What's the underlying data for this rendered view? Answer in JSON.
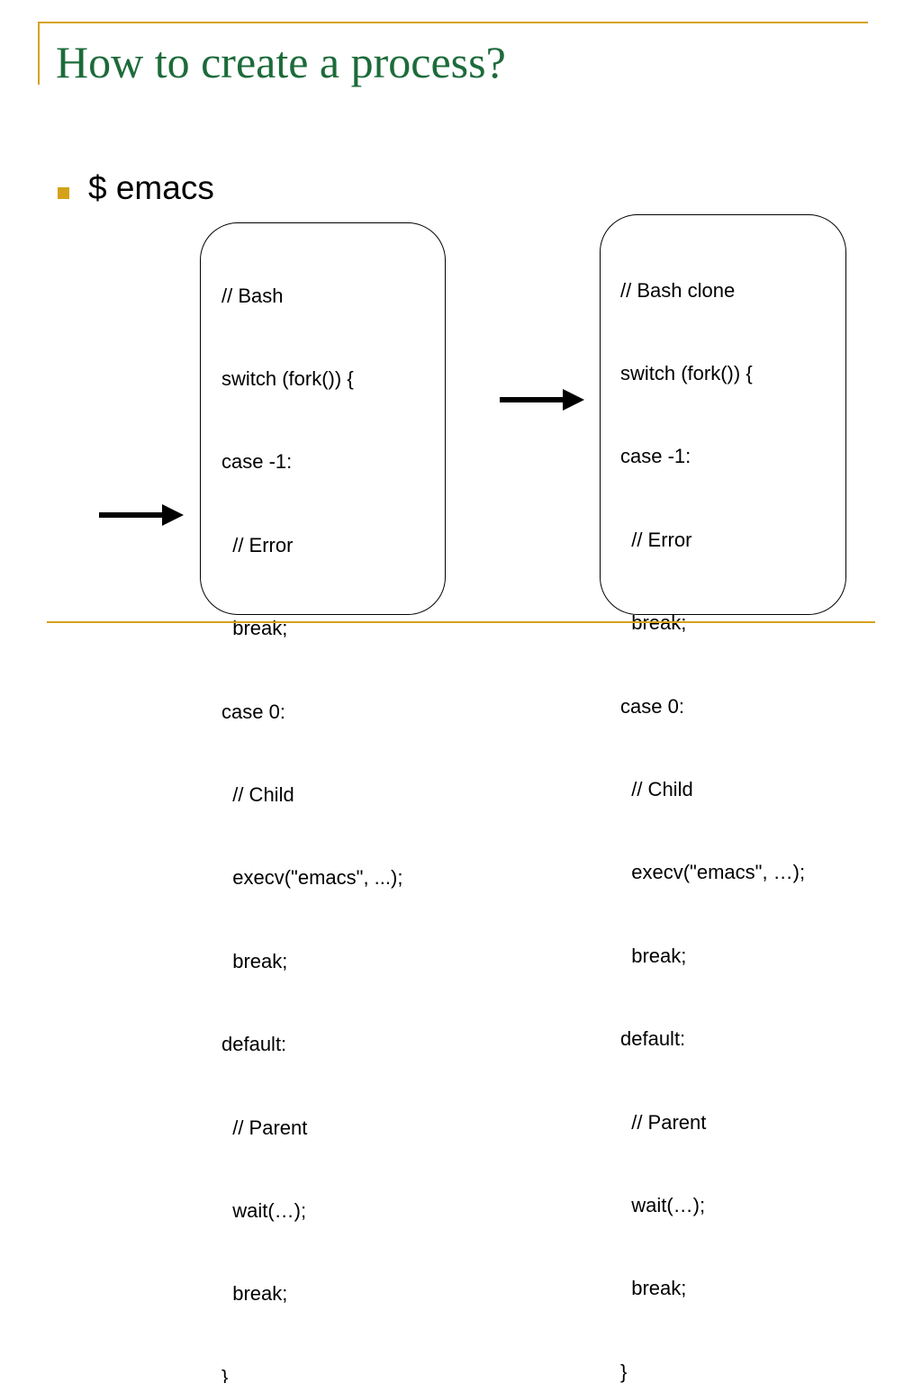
{
  "slide": {
    "title": "How to create a process?",
    "bullet": "$ emacs"
  },
  "left_box": {
    "lines": [
      "// Bash",
      "switch (fork()) {",
      "case -1:",
      "  // Error",
      "  break;",
      "case 0:",
      "  // Child",
      "  execv(\"emacs\", ...);",
      "  break;",
      "default:",
      "  // Parent",
      "  wait(…);",
      "  break;",
      "}"
    ]
  },
  "right_box": {
    "lines": [
      "// Bash clone",
      "switch (fork()) {",
      "case -1:",
      "  // Error",
      "  break;",
      "case 0:",
      "  // Child",
      "  execv(\"emacs\", …);",
      "  break;",
      "default:",
      "  // Parent",
      "  wait(…);",
      "  break;",
      "}"
    ]
  },
  "colors": {
    "title": "#1c6b3a",
    "accent_rule": "#d4a21a",
    "bullet": "#d4a21a",
    "arrow": "#000000"
  },
  "icons": {
    "left_arrow": "right-arrow-icon",
    "right_arrow": "right-arrow-icon"
  }
}
